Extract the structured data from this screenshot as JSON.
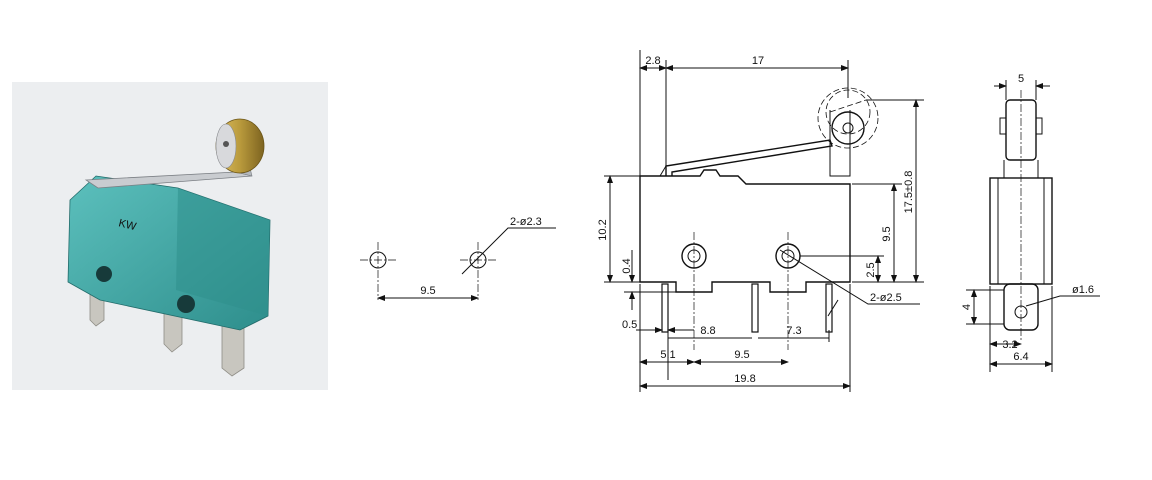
{
  "photo": {
    "body_color": "#3fa8a6",
    "lever_color": "#c9ccd0",
    "roller_color": "#b99a3c",
    "terminal_color": "#c8c6bf",
    "mold_text": "KW"
  },
  "mounting_holes": {
    "hole_note": "2-ø2.3",
    "spacing": "9.5"
  },
  "front_view": {
    "dim_lever_offset": "2.8",
    "dim_lever_length": "17",
    "dim_overall_height": "17.5±0.8",
    "dim_body_height": "10.2",
    "dim_hole_height": "9.5",
    "dim_gap": "0.4",
    "dim_hole_bottom": "2.5",
    "hole_note": "2-ø2.5",
    "dim_terminal_width": "0.5",
    "dim_pitch_left": "8.8",
    "dim_pitch_right": "7.3",
    "dim_first_terminal": "5.1",
    "dim_hole_pitch": "9.5",
    "dim_overall_width": "19.8"
  },
  "side_view": {
    "dim_roller_width": "5",
    "hole_note": "ø1.6",
    "dim_terminal_length": "4",
    "dim_terminal_width": "6.4",
    "dim_hole_center": "3.2"
  }
}
